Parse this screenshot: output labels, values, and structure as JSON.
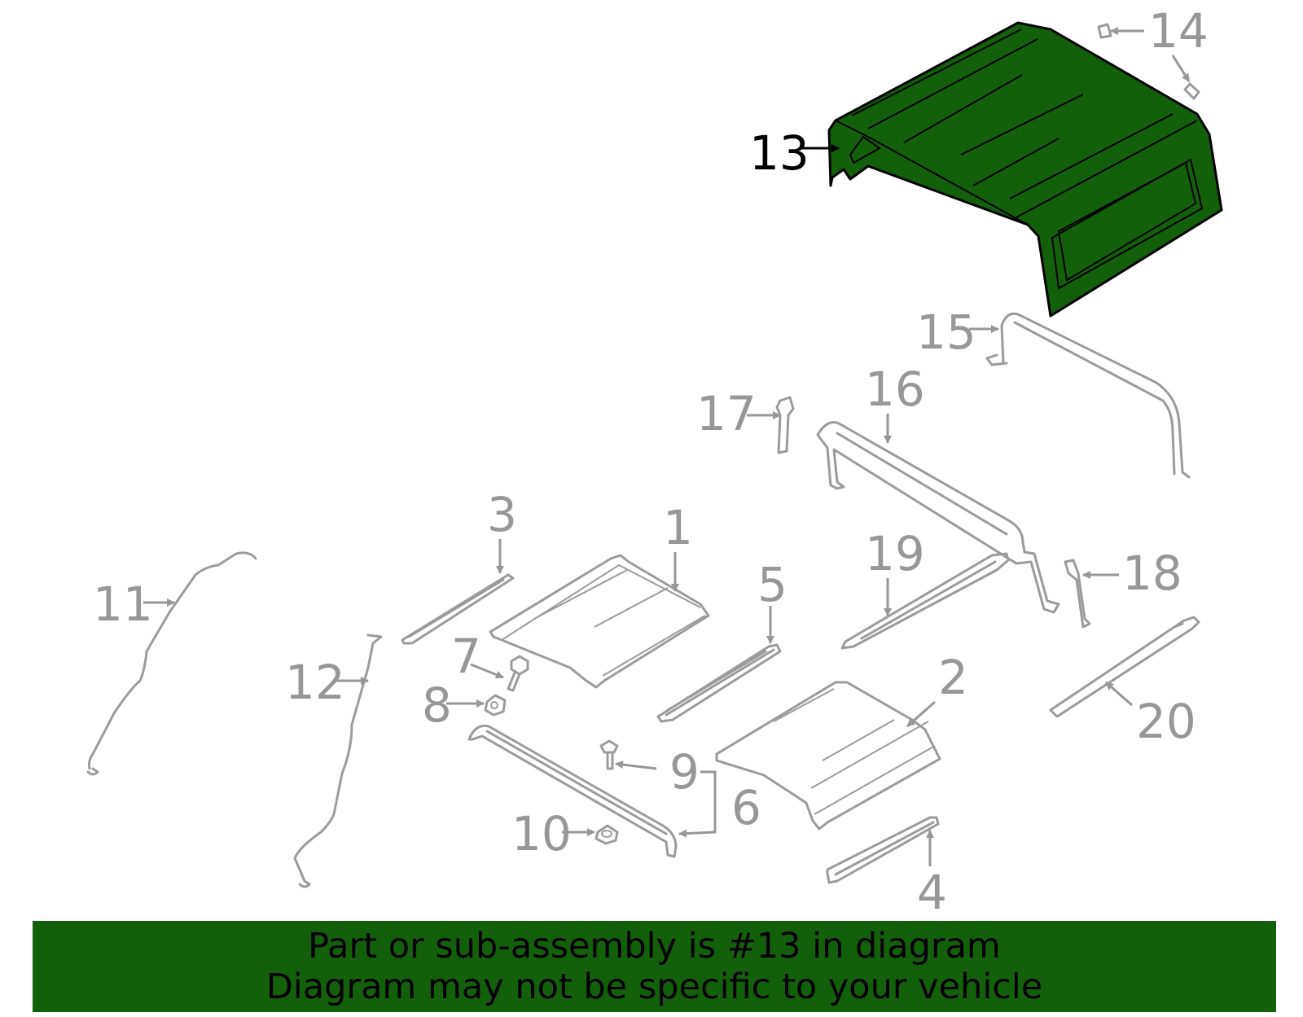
{
  "diagram": {
    "selected_part": "13",
    "highlight_color": "#13600a",
    "callouts": [
      "1",
      "2",
      "3",
      "4",
      "5",
      "6",
      "7",
      "8",
      "9",
      "10",
      "11",
      "12",
      "13",
      "14",
      "15",
      "16",
      "17",
      "18",
      "19",
      "20"
    ]
  },
  "banner": {
    "line1": "Part or sub-assembly is #13 in diagram",
    "line2": "Diagram may not be specific to your vehicle",
    "background": "#13600a"
  }
}
